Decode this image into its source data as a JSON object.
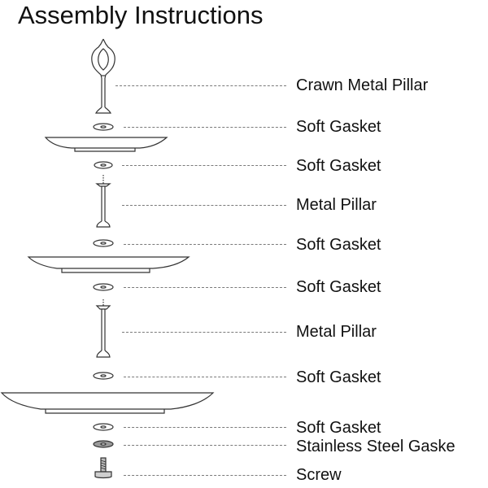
{
  "title": "Assembly Instructions",
  "parts": [
    {
      "label": "Crawn Metal Pillar"
    },
    {
      "label": "Soft Gasket"
    },
    {
      "label": "Soft Gasket"
    },
    {
      "label": "Metal Pillar"
    },
    {
      "label": "Soft Gasket"
    },
    {
      "label": "Soft Gasket"
    },
    {
      "label": "Metal Pillar"
    },
    {
      "label": "Soft Gasket"
    },
    {
      "label": "Soft Gasket"
    },
    {
      "label": "Stainless Steel Gaske"
    },
    {
      "label": "Screw"
    }
  ]
}
